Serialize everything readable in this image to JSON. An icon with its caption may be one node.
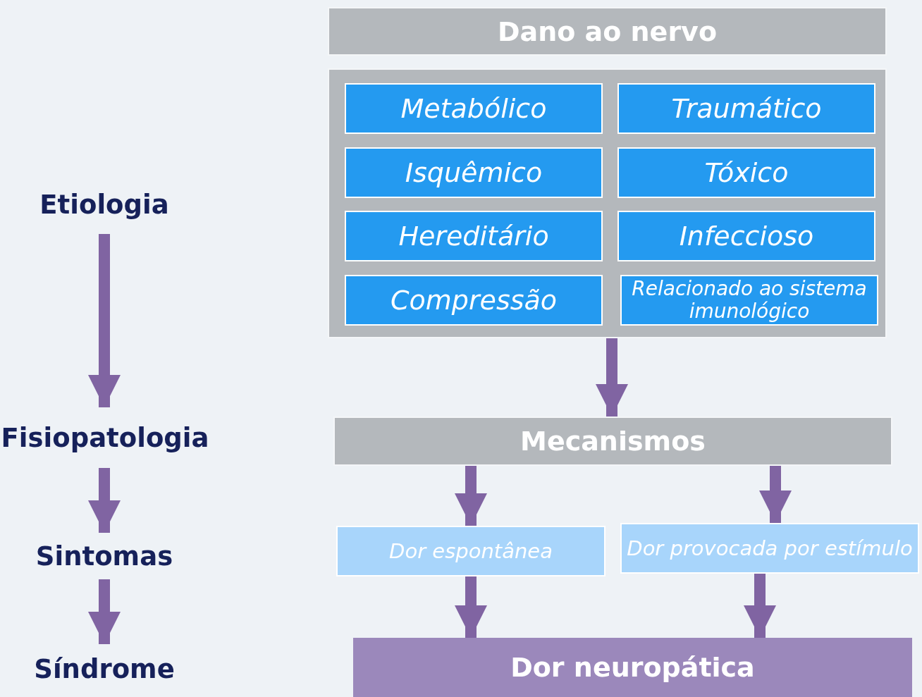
{
  "diagram": {
    "nodes": [
      {
        "text": [
          "Etiologia"
        ]
      },
      {
        "text": [
          "Fisiopatologia"
        ]
      },
      {
        "text": [
          "Sintomas"
        ]
      },
      {
        "text": [
          "Síndrome"
        ]
      },
      {
        "text": [
          "Dano ao nervo"
        ]
      },
      {
        "text": [],
        "shape": "box"
      },
      {
        "text": [
          "Metabólico"
        ],
        "in": 5
      },
      {
        "text": [
          "Traumático"
        ],
        "in": 5
      },
      {
        "text": [
          "Isquêmico"
        ],
        "in": 5
      },
      {
        "text": [
          "Tóxico"
        ],
        "in": 5
      },
      {
        "text": [
          "Hereditário"
        ],
        "in": 5
      },
      {
        "text": [
          "Infeccioso"
        ],
        "in": 5
      },
      {
        "text": [
          "Compressão"
        ],
        "in": 5
      },
      {
        "text": [
          "Relacionado ao sistema imunológico"
        ],
        "in": 5
      },
      {
        "text": [
          "Mecanismos"
        ]
      },
      {
        "text": [
          "Dor espontânea"
        ]
      },
      {
        "text": [
          "Dor provocada por estímulo"
        ]
      },
      {
        "text": [
          "Dor neuropática"
        ]
      }
    ],
    "edges": [
      {
        "from": 0,
        "to": 1,
        "arrow": "to"
      },
      {
        "from": 1,
        "to": 2,
        "arrow": "to"
      },
      {
        "from": 2,
        "to": 3,
        "arrow": "to"
      },
      {
        "from": 5,
        "to": 14,
        "arrow": "to"
      },
      {
        "from": 14,
        "to": 15,
        "arrow": "to"
      },
      {
        "from": 14,
        "to": 16,
        "arrow": "to"
      },
      {
        "from": 15,
        "to": 17,
        "arrow": "to"
      },
      {
        "from": 16,
        "to": 17,
        "arrow": "to"
      }
    ]
  }
}
